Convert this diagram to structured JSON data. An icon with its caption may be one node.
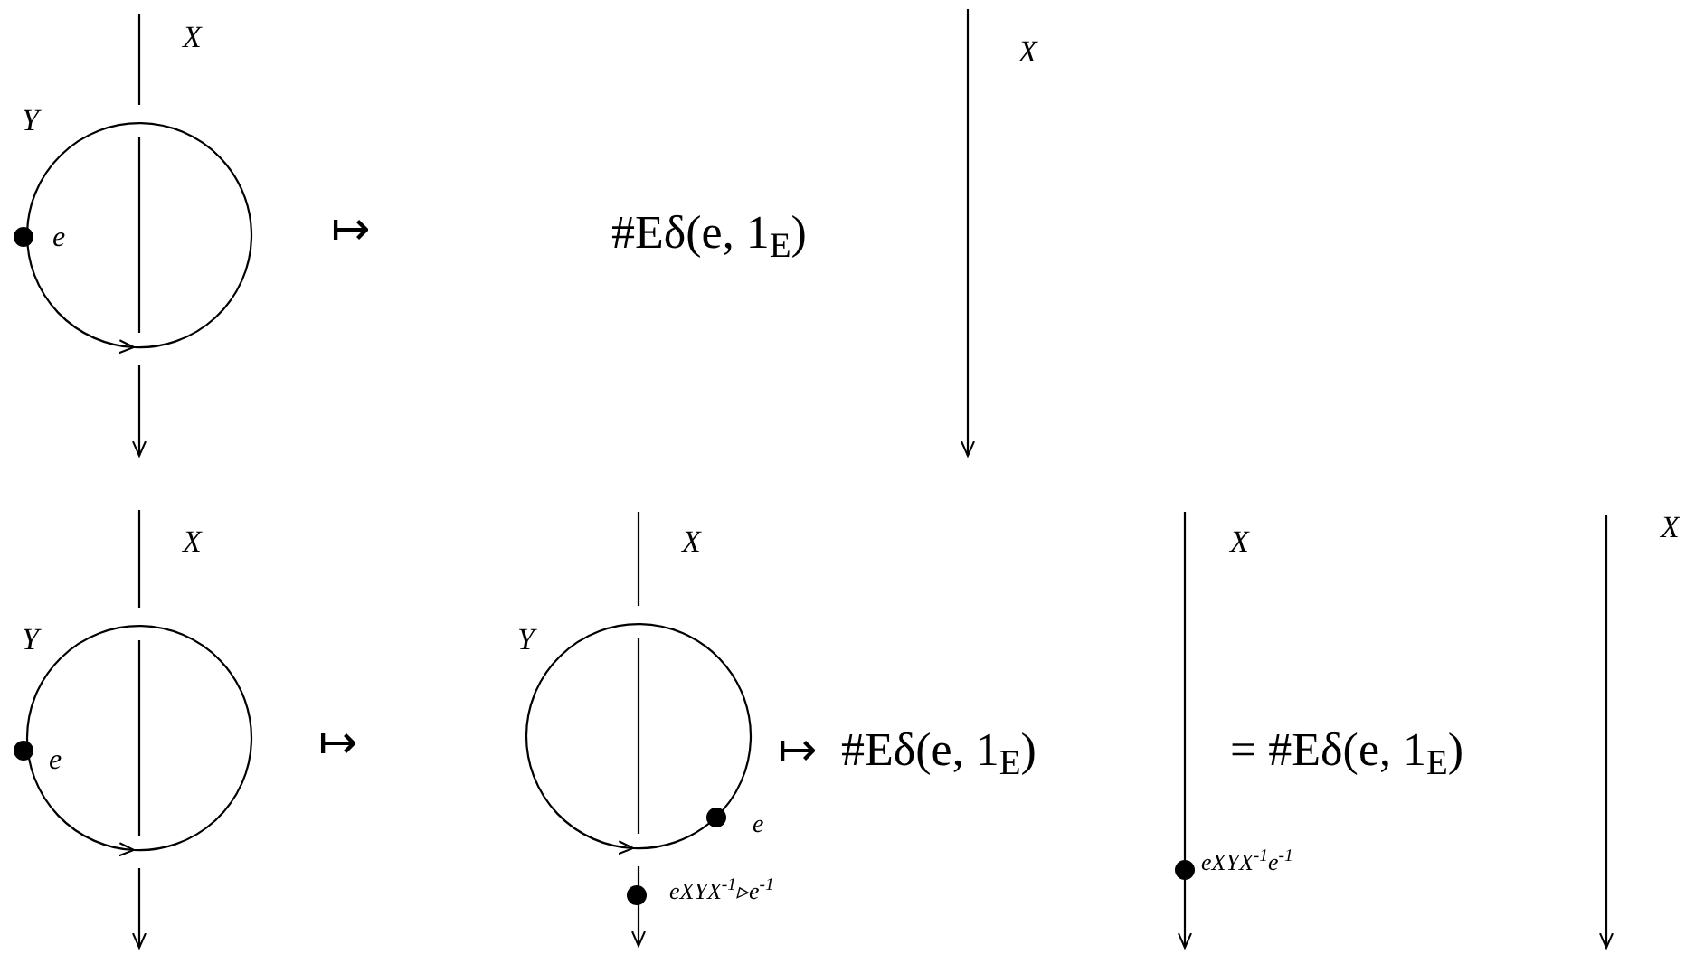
{
  "diagram": {
    "labels": [
      "X",
      "Y",
      "e",
      "↦",
      "#Eδ(e, 1$_{E}$)",
      "X",
      "X",
      "Y",
      "e",
      "↦",
      "X",
      "Y",
      "↦",
      "#Eδ(e, 1$_{E}$)",
      "e",
      "eXYX$^{-1}$▹e$^{-1}$",
      "X",
      "= #Eδ(e, 1$_{E}$)",
      "eXYX$^{-1}$e$^{-1}$",
      "X"
    ]
  }
}
